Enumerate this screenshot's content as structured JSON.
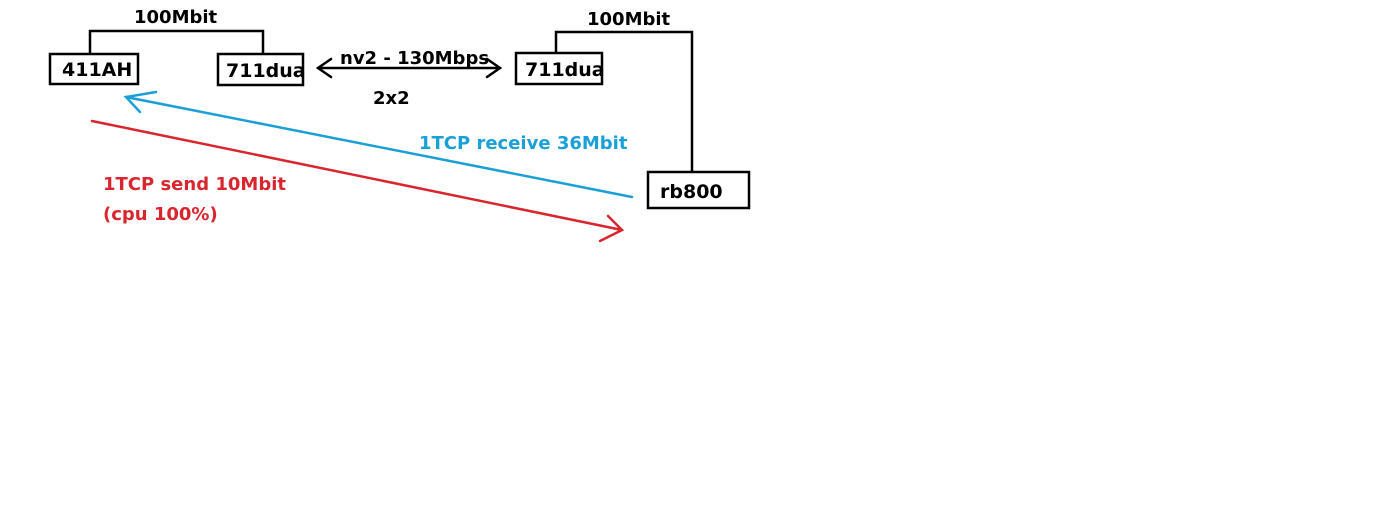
{
  "colors": {
    "ink": "#000000",
    "receive": "#1a9fd6",
    "send": "#d9262e",
    "background": "#ffffff"
  },
  "nodes": {
    "node_411ah": "411AH",
    "node_711dua_left": "711dua",
    "node_711dua_right": "711dua",
    "node_rb800": "rb800"
  },
  "links": {
    "left_ethernet": "100Mbit",
    "right_ethernet": "100Mbit",
    "wireless_protocol": "nv2 - 130Mbps",
    "wireless_streams": "2x2"
  },
  "flows": {
    "receive": "1TCP receive 36Mbit",
    "send_line1": "1TCP send 10Mbit",
    "send_line2": "(cpu 100%)"
  }
}
